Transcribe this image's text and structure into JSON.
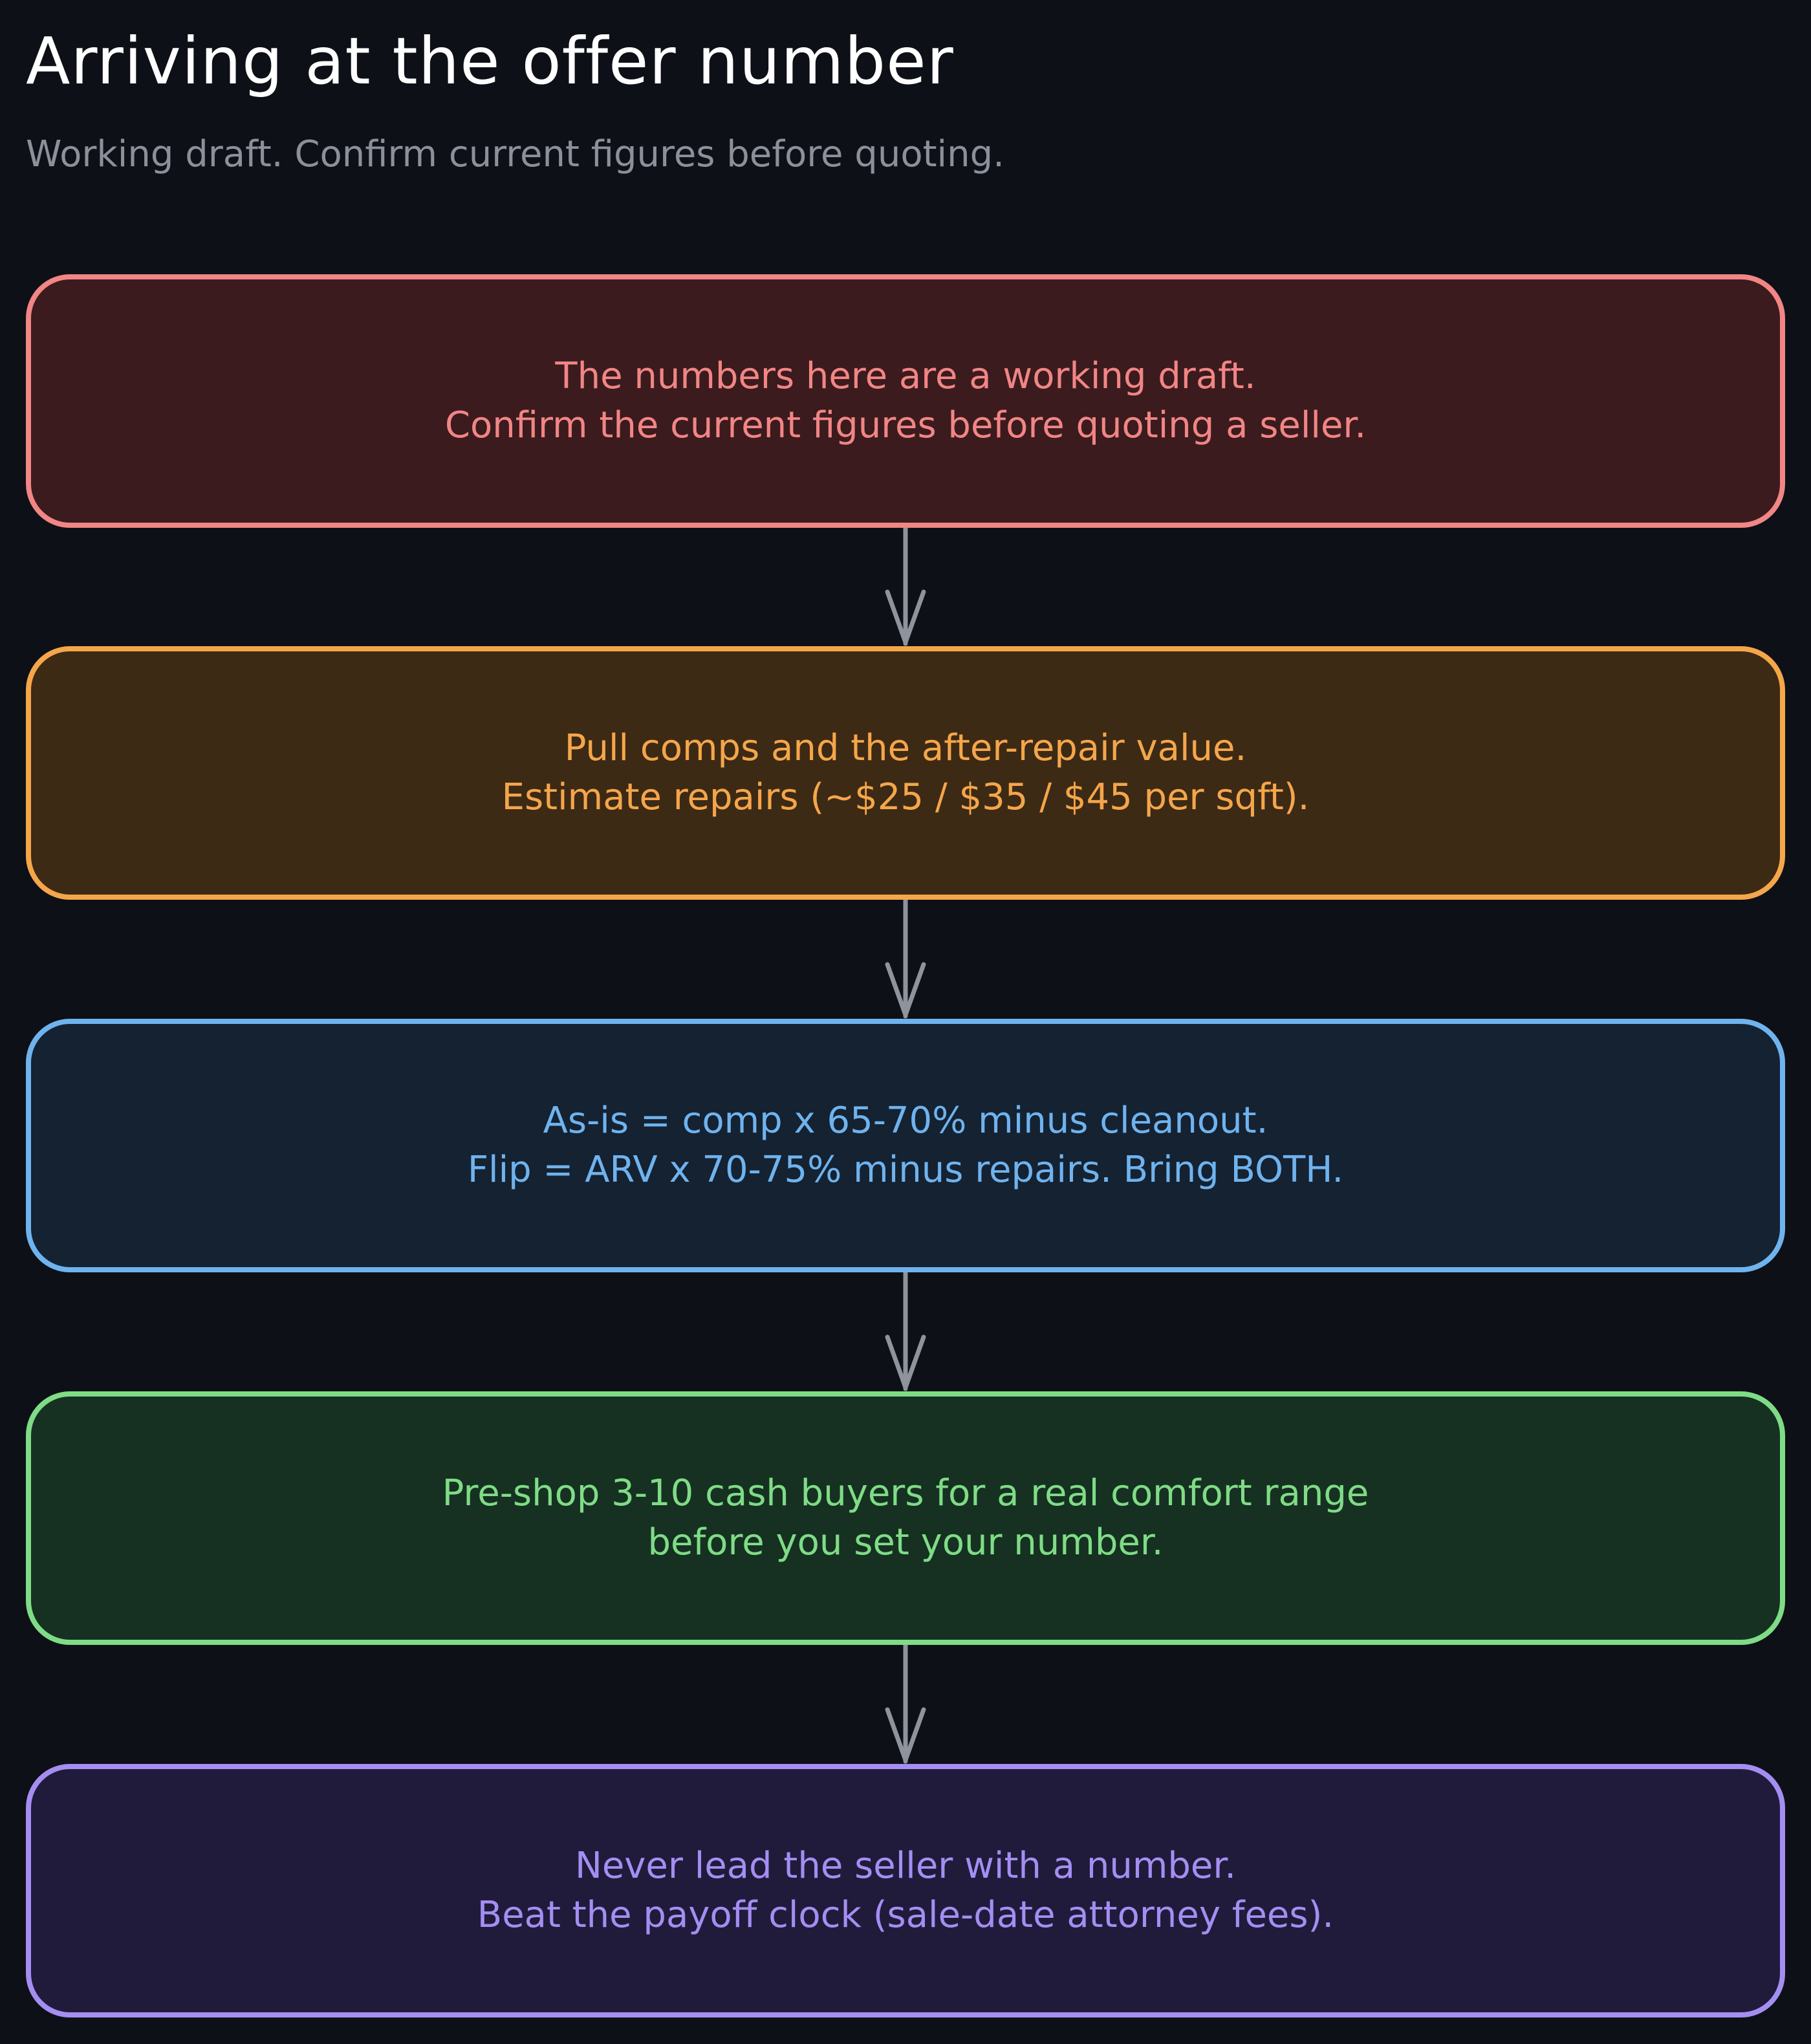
{
  "header": {
    "title": "Arriving at the offer number",
    "subtitle": "Working draft. Confirm current figures before quoting."
  },
  "colors": {
    "background": "#0d1017",
    "arrow": "#8e939c"
  },
  "steps": [
    {
      "lines": [
        "The numbers here are a working draft.",
        "Confirm the current figures before quoting a seller."
      ],
      "border": "#f28585",
      "fill": "#3b1b1e",
      "text": "#f28585"
    },
    {
      "lines": [
        "Pull comps and the after-repair value.",
        "Estimate repairs (~$25 / $35 / $45 per sqft)."
      ],
      "border": "#f5a64a",
      "fill": "#3d2a15",
      "text": "#f5a64a"
    },
    {
      "lines": [
        "As-is = comp x 65-70% minus cleanout.",
        "Flip = ARV x 70-75% minus repairs. Bring BOTH."
      ],
      "border": "#6fb3ee",
      "fill": "#152232",
      "text": "#6fb3ee"
    },
    {
      "lines": [
        "Pre-shop 3-10 cash buyers for a real comfort range",
        "before you set your number."
      ],
      "border": "#7fdc86",
      "fill": "#163122",
      "text": "#7fdc86"
    },
    {
      "lines": [
        "Never lead the seller with a number.",
        "Beat the payoff clock (sale-date attorney fees)."
      ],
      "border": "#a48ef2",
      "fill": "#201b3b",
      "text": "#a48ef2"
    }
  ]
}
